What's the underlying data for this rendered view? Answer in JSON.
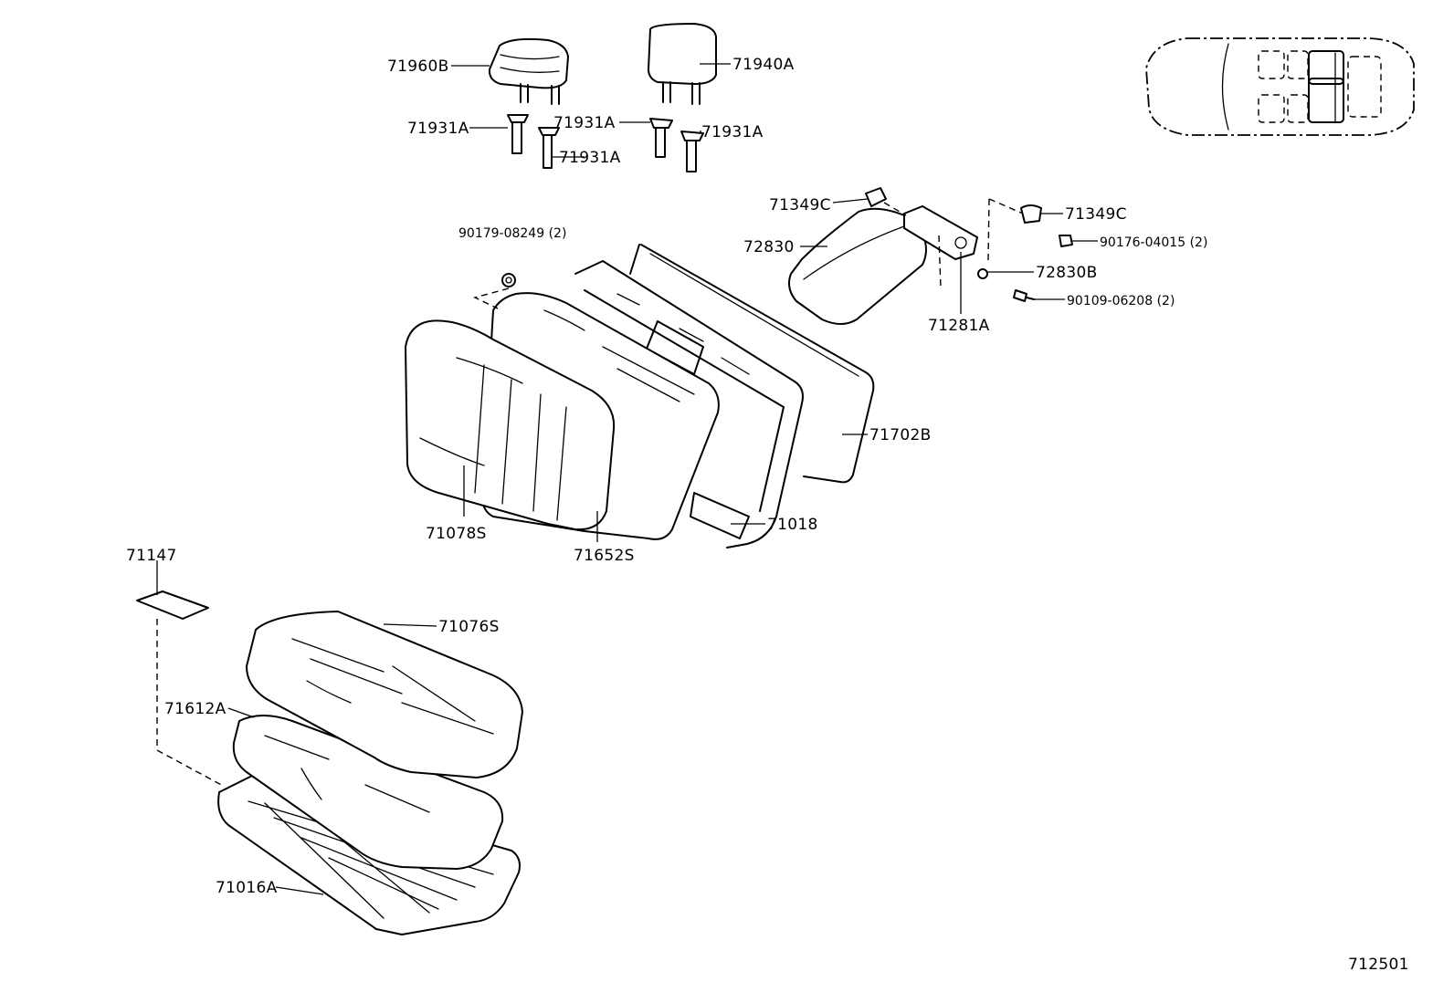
{
  "diagram_id": "712501",
  "parts": {
    "p71960B": "71960B",
    "p71940A": "71940A",
    "p71931A_1": "71931A",
    "p71931A_2": "71931A",
    "p71931A_3": "71931A",
    "p71931A_4": "71931A",
    "p71349C_1": "71349C",
    "p71349C_2": "71349C",
    "p90179": "90179-08249 (2)",
    "p72830": "72830",
    "p90176": "90176-04015 (2)",
    "p72830B": "72830B",
    "p90109": "90109-06208 (2)",
    "p71281A": "71281A",
    "p71702B": "71702B",
    "p71018": "71018",
    "p71078S": "71078S",
    "p71652S": "71652S",
    "p71147": "71147",
    "p71076S": "71076S",
    "p71612A": "71612A",
    "p71016A": "71016A"
  }
}
